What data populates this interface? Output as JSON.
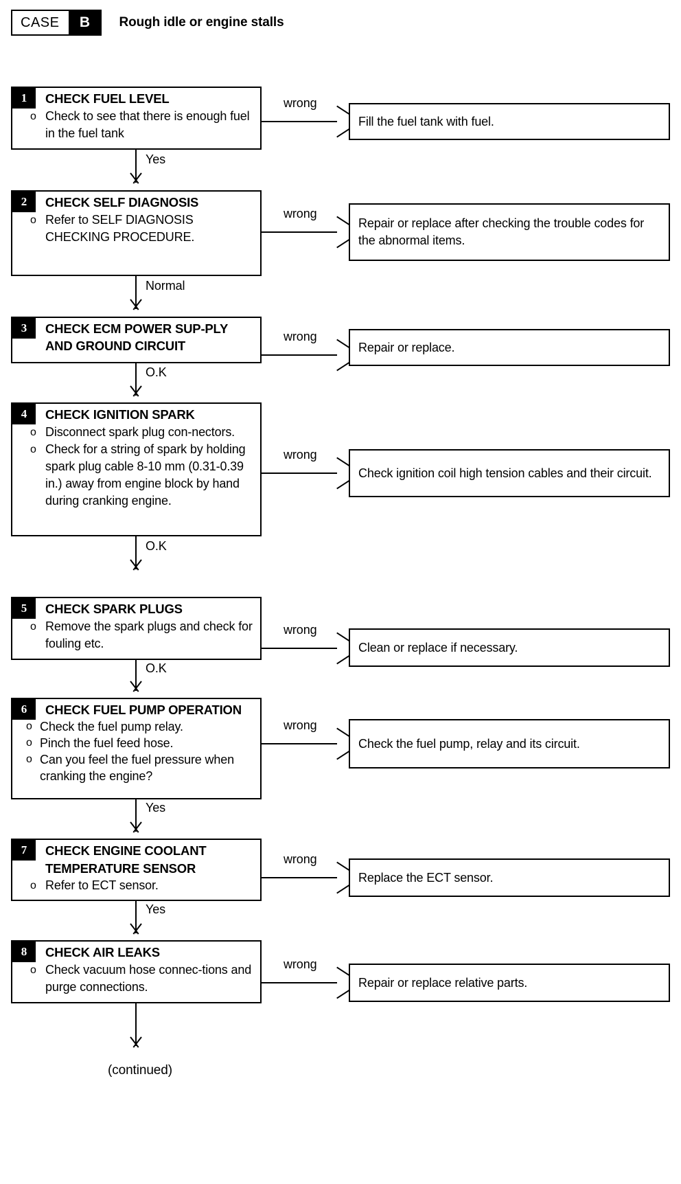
{
  "header": {
    "case_word": "CASE",
    "case_letter": "B",
    "title": "Rough idle or engine stalls"
  },
  "steps": [
    {
      "num": "1",
      "title": "CHECK FUEL LEVEL",
      "bullets": [
        "Check to see that there is enough fuel in the fuel tank"
      ],
      "branch_label": "wrong",
      "result": "Fill the fuel tank with fuel.",
      "next_label": "Yes"
    },
    {
      "num": "2",
      "title": "CHECK SELF DIAGNOSIS",
      "bullets": [
        "Refer to SELF DIAGNOSIS CHECKING PROCEDURE."
      ],
      "branch_label": "wrong",
      "result": "Repair or replace after checking the trouble codes for the abnormal items.",
      "next_label": "Normal"
    },
    {
      "num": "3",
      "title": "CHECK ECM POWER SUP-PLY AND GROUND CIRCUIT",
      "bullets": [],
      "branch_label": "wrong",
      "result": "Repair or replace.",
      "next_label": "O.K"
    },
    {
      "num": "4",
      "title": "CHECK IGNITION SPARK",
      "bullets": [
        "Disconnect spark plug con-nectors.",
        "Check for a string of spark by holding spark plug cable 8-10 mm (0.31-0.39 in.) away from engine block by hand during cranking engine."
      ],
      "branch_label": "wrong",
      "result": "Check ignition coil high tension cables and their circuit.",
      "next_label": "O.K"
    },
    {
      "num": "5",
      "title": "CHECK SPARK PLUGS",
      "bullets": [
        "Remove the spark plugs and check for fouling etc."
      ],
      "branch_label": "wrong",
      "result": "Clean or replace if necessary.",
      "next_label": "O.K"
    },
    {
      "num": "6",
      "title": "CHECK FUEL PUMP OPERATION",
      "bullets": [
        "Check the fuel pump relay.",
        "Pinch the fuel feed hose.",
        "Can you feel the fuel pressure when cranking the engine?"
      ],
      "branch_label": "wrong",
      "result": "Check the fuel pump, relay and its circuit.",
      "next_label": "Yes"
    },
    {
      "num": "7",
      "title": "CHECK ENGINE COOLANT TEMPERATURE SENSOR",
      "bullets": [
        "Refer to ECT sensor."
      ],
      "branch_label": "wrong",
      "result": "Replace the ECT sensor.",
      "next_label": "Yes"
    },
    {
      "num": "8",
      "title": "CHECK AIR LEAKS",
      "bullets": [
        "Check vacuum hose connec-tions and purge connections."
      ],
      "branch_label": "wrong",
      "result": "Repair or replace relative parts.",
      "next_label": ""
    }
  ],
  "footer": {
    "continued": "(continued)"
  },
  "bullet_marker": "o",
  "colors": {
    "ink": "#000000",
    "paper": "#ffffff"
  }
}
